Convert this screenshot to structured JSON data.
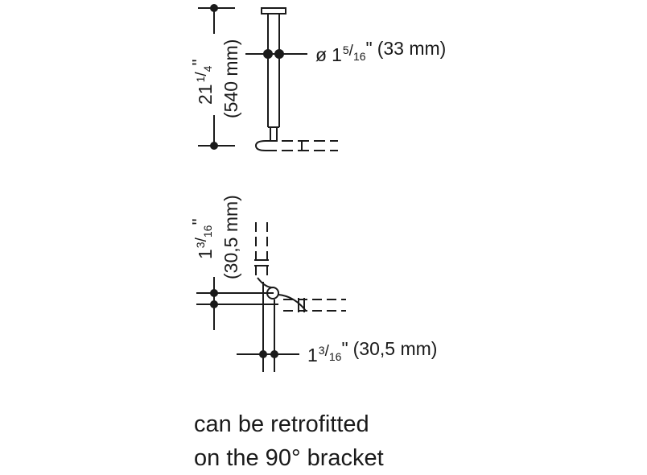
{
  "diagram": {
    "top_view": {
      "height_dim": {
        "whole": "21",
        "num": "1",
        "den": "4",
        "unit": "\"",
        "metric": "(540 mm)"
      },
      "diameter_dim": {
        "symbol": "ø",
        "whole": "1",
        "num": "5",
        "den": "16",
        "unit": "\"",
        "metric": "(33 mm)"
      }
    },
    "bottom_view": {
      "vertical_dim": {
        "whole": "1",
        "num": "3",
        "den": "16",
        "unit": "\"",
        "metric": "(30,5 mm)"
      },
      "horizontal_dim": {
        "whole": "1",
        "num": "3",
        "den": "16",
        "unit": "\"",
        "metric": "(30,5 mm)"
      }
    }
  },
  "caption": {
    "line1": "can be retrofitted",
    "line2": "on the 90° bracket"
  }
}
